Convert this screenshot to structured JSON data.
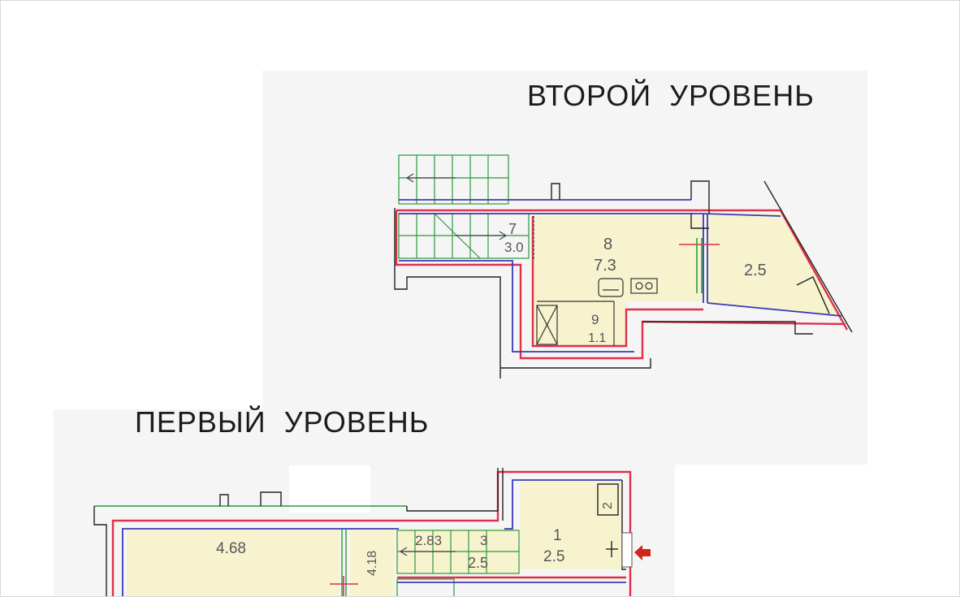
{
  "levels": {
    "upper": {
      "title": "ВТОРОЙ  УРОВЕНЬ",
      "rooms": [
        {
          "num": "7",
          "area": "3.0"
        },
        {
          "num": "8",
          "area": "7.3"
        },
        {
          "num": "9",
          "area": "1.1"
        },
        {
          "num": "",
          "area": "2.5"
        }
      ]
    },
    "lower": {
      "title": "ПЕРВЫЙ  УРОВЕНЬ",
      "rooms": [
        {
          "num": "",
          "area": "4.68"
        },
        {
          "num": "",
          "area": "4.18"
        },
        {
          "num": "",
          "area": "2.83"
        },
        {
          "num": "3",
          "area": "2.5"
        },
        {
          "num": "1",
          "area": "2.5"
        },
        {
          "num": "2",
          "area": ""
        }
      ],
      "entrance_label": ""
    }
  },
  "colors": {
    "wall_red": "#e0304a",
    "wall_blue": "#3a3ab8",
    "wall_green": "#3a9a3a",
    "floor": "#f7f3cf",
    "entrance_arrow": "#d0261c",
    "backdrop": "#f5f5f5"
  }
}
